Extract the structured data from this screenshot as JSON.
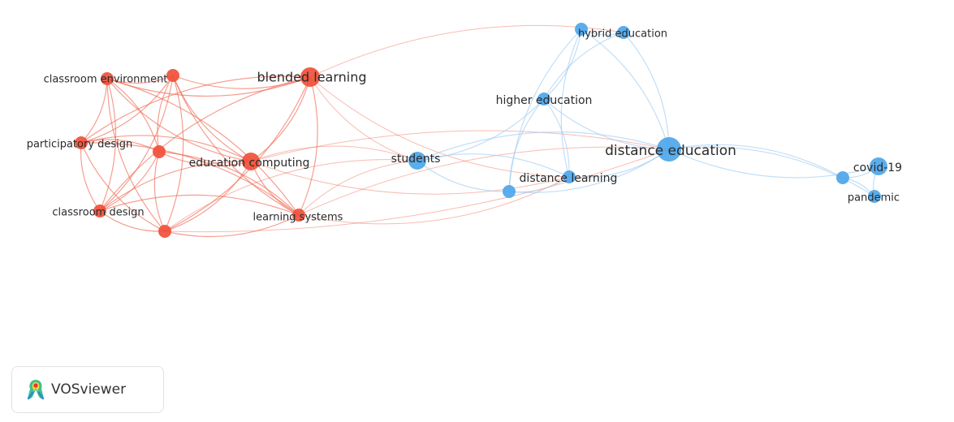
{
  "clusters": {
    "red": {
      "node_color": "#f0503a",
      "edge_color": "#ef6a55"
    },
    "blue": {
      "node_color": "#4da6ea",
      "edge_color": "#9fcdf3"
    }
  },
  "nodes": [
    {
      "id": "classroom-environment",
      "label": "classroom environment",
      "cluster": "red",
      "weight": 2
    },
    {
      "id": "blended-learning",
      "label": "blended learning",
      "cluster": "red",
      "weight": 4
    },
    {
      "id": "participatory-design",
      "label": "participatory design",
      "cluster": "red",
      "weight": 2
    },
    {
      "id": "education-computing",
      "label": "education computing",
      "cluster": "red",
      "weight": 3
    },
    {
      "id": "classroom-design",
      "label": "classroom design",
      "cluster": "red",
      "weight": 2
    },
    {
      "id": "learning-systems",
      "label": "learning systems",
      "cluster": "red",
      "weight": 2
    },
    {
      "id": "node-red-unlabeled-1",
      "label": "",
      "cluster": "red",
      "weight": 2
    },
    {
      "id": "node-red-unlabeled-2",
      "label": "",
      "cluster": "red",
      "weight": 2
    },
    {
      "id": "node-red-unlabeled-3",
      "label": "",
      "cluster": "red",
      "weight": 2
    },
    {
      "id": "hybrid-education",
      "label": "hybrid education",
      "cluster": "blue",
      "weight": 2
    },
    {
      "id": "higher-education",
      "label": "higher education",
      "cluster": "blue",
      "weight": 2
    },
    {
      "id": "distance-education",
      "label": "distance education",
      "cluster": "blue",
      "weight": 5
    },
    {
      "id": "students",
      "label": "students",
      "cluster": "blue",
      "weight": 3
    },
    {
      "id": "distance-learning",
      "label": "distance learning",
      "cluster": "blue",
      "weight": 2
    },
    {
      "id": "covid-19",
      "label": "covid-19",
      "cluster": "blue",
      "weight": 3
    },
    {
      "id": "pandemic",
      "label": "pandemic",
      "cluster": "blue",
      "weight": 2
    },
    {
      "id": "node-blue-unlabeled-1",
      "label": "",
      "cluster": "blue",
      "weight": 2
    },
    {
      "id": "node-blue-unlabeled-2",
      "label": "",
      "cluster": "blue",
      "weight": 2
    },
    {
      "id": "node-blue-unlabeled-3",
      "label": "",
      "cluster": "blue",
      "weight": 2
    }
  ],
  "edges": [
    [
      "classroom-environment",
      "blended-learning"
    ],
    [
      "classroom-environment",
      "participatory-design"
    ],
    [
      "classroom-environment",
      "education-computing"
    ],
    [
      "classroom-environment",
      "classroom-design"
    ],
    [
      "classroom-environment",
      "node-red-unlabeled-1"
    ],
    [
      "classroom-environment",
      "node-red-unlabeled-2"
    ],
    [
      "classroom-environment",
      "node-red-unlabeled-3"
    ],
    [
      "classroom-environment",
      "learning-systems"
    ],
    [
      "node-red-unlabeled-1",
      "blended-learning"
    ],
    [
      "node-red-unlabeled-1",
      "participatory-design"
    ],
    [
      "node-red-unlabeled-1",
      "education-computing"
    ],
    [
      "node-red-unlabeled-1",
      "classroom-design"
    ],
    [
      "node-red-unlabeled-1",
      "node-red-unlabeled-2"
    ],
    [
      "node-red-unlabeled-1",
      "node-red-unlabeled-3"
    ],
    [
      "node-red-unlabeled-1",
      "learning-systems"
    ],
    [
      "blended-learning",
      "education-computing"
    ],
    [
      "blended-learning",
      "participatory-design"
    ],
    [
      "blended-learning",
      "learning-systems"
    ],
    [
      "blended-learning",
      "classroom-design"
    ],
    [
      "blended-learning",
      "node-red-unlabeled-3"
    ],
    [
      "blended-learning",
      "students"
    ],
    [
      "blended-learning",
      "hybrid-education"
    ],
    [
      "blended-learning",
      "distance-learning"
    ],
    [
      "participatory-design",
      "node-red-unlabeled-2"
    ],
    [
      "participatory-design",
      "classroom-design"
    ],
    [
      "participatory-design",
      "education-computing"
    ],
    [
      "participatory-design",
      "node-red-unlabeled-3"
    ],
    [
      "participatory-design",
      "learning-systems"
    ],
    [
      "node-red-unlabeled-2",
      "education-computing"
    ],
    [
      "node-red-unlabeled-2",
      "classroom-design"
    ],
    [
      "node-red-unlabeled-2",
      "node-red-unlabeled-3"
    ],
    [
      "node-red-unlabeled-2",
      "learning-systems"
    ],
    [
      "education-computing",
      "classroom-design"
    ],
    [
      "education-computing",
      "node-red-unlabeled-3"
    ],
    [
      "education-computing",
      "learning-systems"
    ],
    [
      "education-computing",
      "students"
    ],
    [
      "education-computing",
      "distance-learning"
    ],
    [
      "education-computing",
      "distance-education"
    ],
    [
      "classroom-design",
      "node-red-unlabeled-3"
    ],
    [
      "classroom-design",
      "learning-systems"
    ],
    [
      "node-red-unlabeled-3",
      "learning-systems"
    ],
    [
      "node-red-unlabeled-3",
      "students"
    ],
    [
      "node-red-unlabeled-3",
      "distance-education"
    ],
    [
      "learning-systems",
      "students"
    ],
    [
      "learning-systems",
      "distance-learning"
    ],
    [
      "learning-systems",
      "distance-education"
    ],
    [
      "students",
      "higher-education"
    ],
    [
      "students",
      "distance-learning"
    ],
    [
      "students",
      "node-blue-unlabeled-1"
    ],
    [
      "students",
      "distance-education"
    ],
    [
      "node-blue-unlabeled-1",
      "distance-education"
    ],
    [
      "node-blue-unlabeled-1",
      "higher-education"
    ],
    [
      "node-blue-unlabeled-1",
      "distance-learning"
    ],
    [
      "node-blue-unlabeled-1",
      "node-blue-unlabeled-2"
    ],
    [
      "higher-education",
      "distance-education"
    ],
    [
      "higher-education",
      "distance-learning"
    ],
    [
      "higher-education",
      "node-blue-unlabeled-2"
    ],
    [
      "higher-education",
      "hybrid-education"
    ],
    [
      "node-blue-unlabeled-2",
      "hybrid-education"
    ],
    [
      "node-blue-unlabeled-2",
      "distance-education"
    ],
    [
      "node-blue-unlabeled-2",
      "distance-learning"
    ],
    [
      "hybrid-education",
      "distance-education"
    ],
    [
      "distance-learning",
      "distance-education"
    ],
    [
      "distance-education",
      "node-blue-unlabeled-3"
    ],
    [
      "distance-education",
      "covid-19"
    ],
    [
      "distance-education",
      "pandemic"
    ],
    [
      "node-blue-unlabeled-3",
      "covid-19"
    ],
    [
      "node-blue-unlabeled-3",
      "pandemic"
    ],
    [
      "covid-19",
      "pandemic"
    ]
  ],
  "logo": {
    "text": "VOSviewer"
  }
}
